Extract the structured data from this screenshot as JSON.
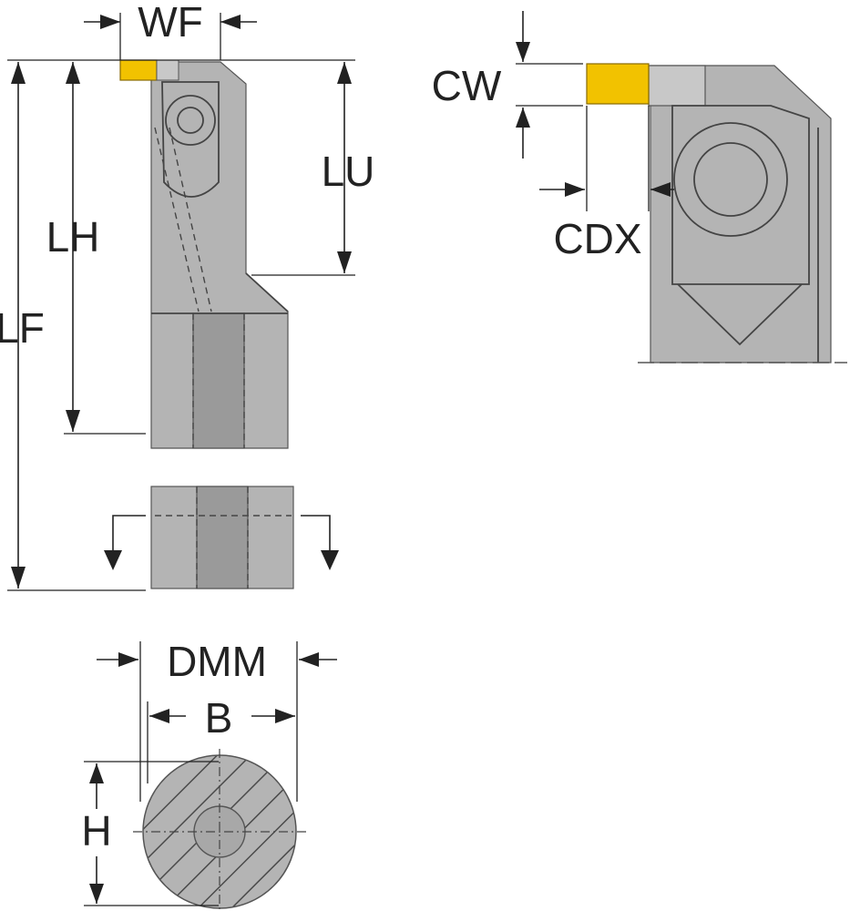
{
  "labels": {
    "wf": "WF",
    "lh": "LH",
    "lu": "LU",
    "lf": "LF",
    "cw": "CW",
    "cdx": "CDX",
    "dmm": "DMM",
    "b": "B",
    "h": "H"
  },
  "colors": {
    "body": "#b4b4b4",
    "body_dark": "#8e8e8e",
    "insert": "#f2c200",
    "outline": "#555555",
    "dimension": "#222222"
  }
}
